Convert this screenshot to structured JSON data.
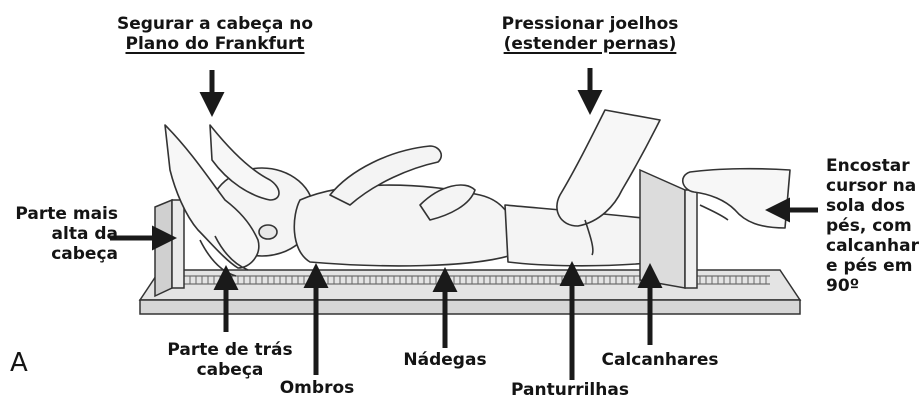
{
  "panel_letter": "A",
  "labels": {
    "head_frankfurt": {
      "line1": "Segurar a cabeça no",
      "line2": "Plano do Frankfurt"
    },
    "knees": {
      "line1": "Pressionar joelhos",
      "line2": "(estender pernas)"
    },
    "top_head": {
      "line1": "Parte mais",
      "line2": "alta da",
      "line3": "cabeça"
    },
    "back_head": {
      "line1": "Parte de trás",
      "line2": "cabeça"
    },
    "shoulders": "Ombros",
    "buttocks": "Nádegas",
    "calves": "Panturrilhas",
    "heels": "Calcanhares",
    "cursor": {
      "line1": "Encostar",
      "line2": "cursor na",
      "line3": "sola dos",
      "line4": "pés, com",
      "line5": "calcanhar",
      "line6": "e pés em",
      "line7": "90º"
    }
  }
}
